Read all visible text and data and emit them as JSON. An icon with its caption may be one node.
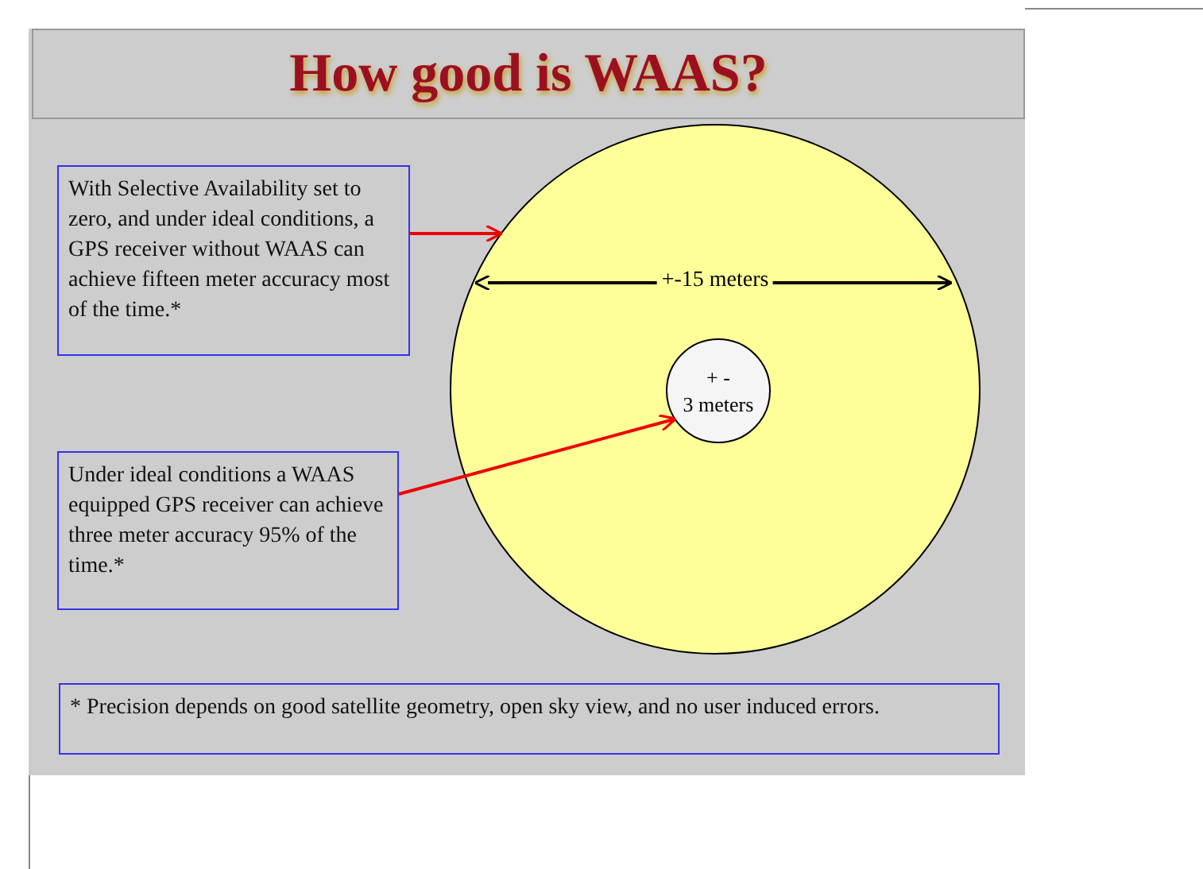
{
  "diagram": {
    "title": "How good is WAAS?",
    "nodes": [
      {
        "text": [
          "With Selective Availability set to zero, and under ideal conditions, a GPS receiver without WAAS can achieve fifteen meter accuracy most of the time.*"
        ]
      },
      {
        "text": [
          "+-15 meters"
        ]
      },
      {
        "text": [
          "Under ideal conditions a WAAS equipped GPS receiver can achieve three meter accuracy 95% of the time.*"
        ]
      },
      {
        "text": [
          "+ -",
          "3 meters"
        ],
        "in": 1
      },
      {
        "text": [
          "* Precision depends on good satellite geometry, open sky view, and no user induced errors."
        ]
      }
    ],
    "edges": [
      {
        "from": 0,
        "to": 1,
        "arrow": "to"
      },
      {
        "from": 2,
        "to": 3,
        "arrow": "to"
      }
    ]
  }
}
